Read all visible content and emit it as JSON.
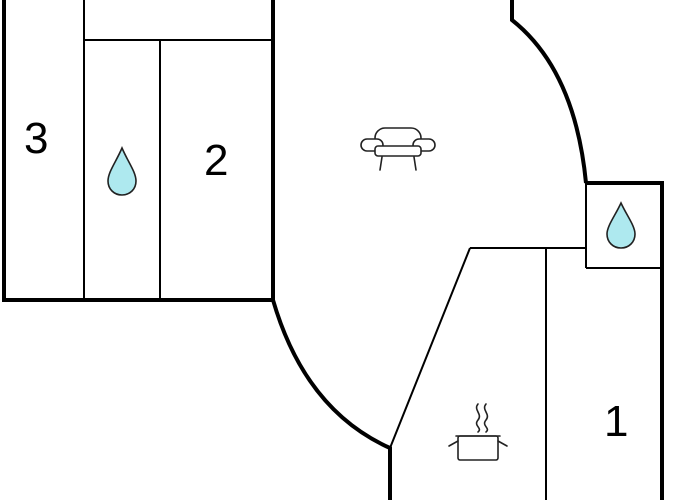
{
  "rooms": [
    {
      "id": "bedroom-3",
      "label": "3"
    },
    {
      "id": "bedroom-2",
      "label": "2"
    },
    {
      "id": "bedroom-1",
      "label": "1"
    }
  ],
  "icons": [
    {
      "id": "bathroom-left",
      "icon": "water-drop-icon"
    },
    {
      "id": "bathroom-right",
      "icon": "water-drop-icon"
    },
    {
      "id": "living-room",
      "icon": "sofa-icon"
    },
    {
      "id": "kitchen",
      "icon": "cooking-pot-icon"
    }
  ],
  "colors": {
    "wall": "#000000",
    "background": "#ffffff",
    "water": "#aee9ef"
  }
}
